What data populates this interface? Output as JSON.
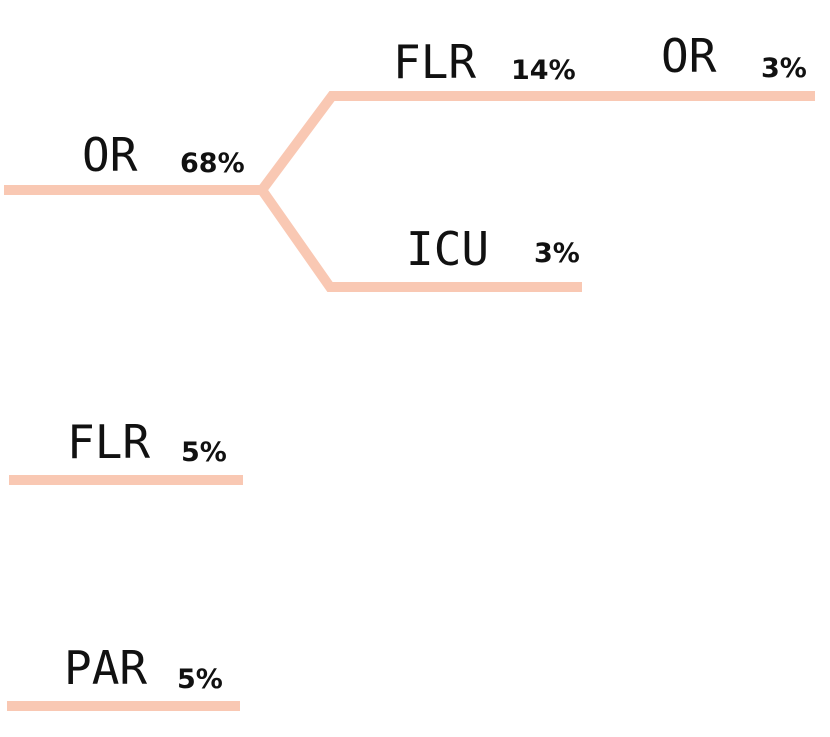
{
  "diagram": {
    "line_color": "#f9c8b3",
    "text_color": "#111111",
    "nodes": [
      {
        "name": "OR",
        "percent": "68%"
      },
      {
        "name": "FLR",
        "percent": "14%"
      },
      {
        "name": "OR",
        "percent": "3%"
      },
      {
        "name": "ICU",
        "percent": "3%"
      },
      {
        "name": "FLR",
        "percent": "5%"
      },
      {
        "name": "PAR",
        "percent": "5%"
      }
    ]
  }
}
